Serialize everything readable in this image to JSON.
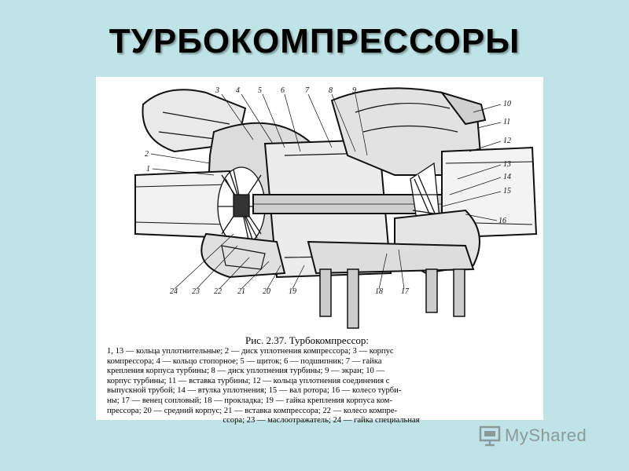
{
  "slide": {
    "title": "ТУРБОКОМПРЕССОРЫ"
  },
  "figure": {
    "callouts": [
      "1",
      "2",
      "3",
      "4",
      "5",
      "6",
      "7",
      "8",
      "9",
      "10",
      "11",
      "12",
      "13",
      "14",
      "15",
      "16",
      "17",
      "18",
      "19",
      "20",
      "21",
      "22",
      "23",
      "24"
    ],
    "title": "Рис. 2.37. Турбокомпрессор:",
    "caption_lines": [
      "1, 13 — кольца уплотнительные; 2 — диск уплотнения компрессора; 3 — корпус",
      "компрессора; 4 — кольцо стопорное; 5 — щиток; 6 — подшипник; 7 — гайка",
      "крепления корпуса турбины; 8 — диск уплотнения турбины; 9 — экран; 10 —",
      "корпус турбины; 11 — вставка турбины; 12 — кольца уплотнения соединения с",
      "выпускной трубой; 14 — втулка уплотнения; 15 — вал ротора; 16 — колесо турби-",
      "ны; 17 — венец сопловый; 18 — прокладка; 19 — гайка крепления корпуса ком-",
      "прессора; 20 — средний корпус; 21 — вставка компрессора; 22 — колесо компре-",
      "ссора; 23 — маслоотражатель; 24 — гайка специальная"
    ]
  },
  "watermark": {
    "text": "MyShared",
    "icon": "presentation-board-icon"
  }
}
